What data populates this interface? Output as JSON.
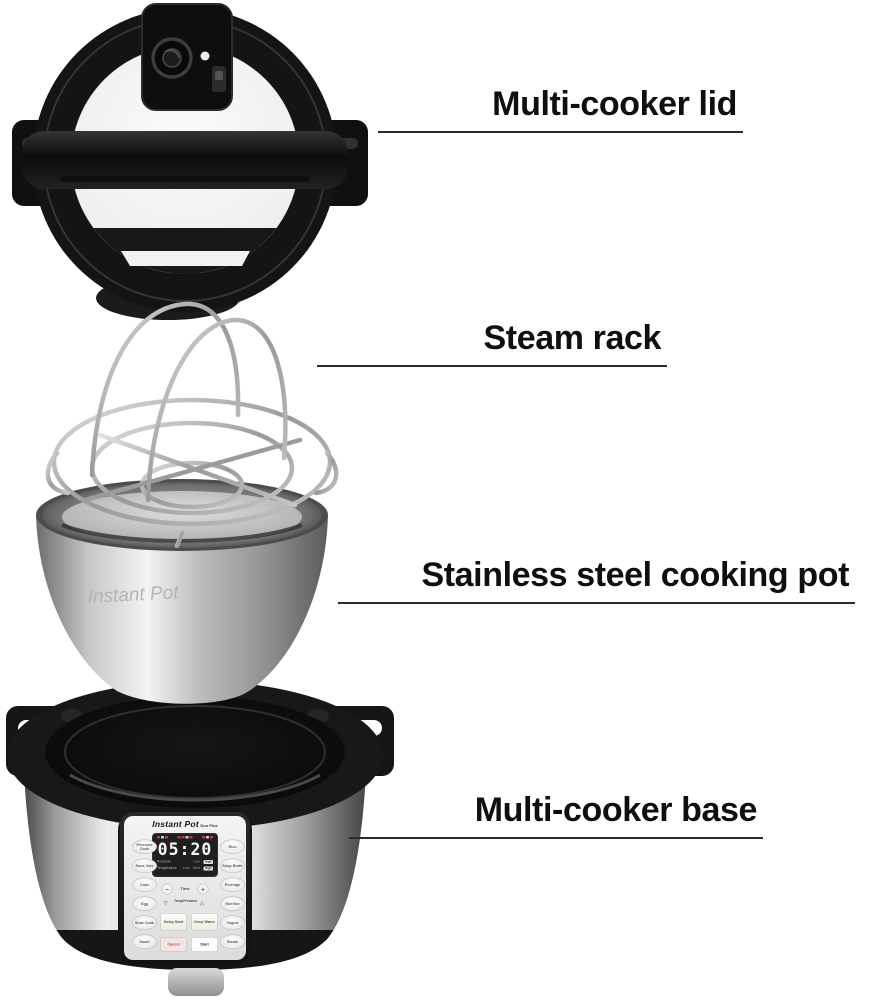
{
  "callouts": {
    "lid": "Multi-cooker lid",
    "rack": "Steam rack",
    "pot": "Stainless steel cooking pot",
    "base": "Multi-cooker base"
  },
  "pot": {
    "etch_text": "Instant Pot"
  },
  "panel": {
    "brand": "Instant Pot",
    "brand_sub": "Duo Plus",
    "display": {
      "time": "05:20",
      "pressure_label": "Pressure",
      "pressure_low": "Low",
      "pressure_high": "High",
      "temperature_label": "Temperature",
      "temp_low": "Low",
      "temp_med": "Med",
      "temp_high": "High"
    },
    "time_controls": {
      "minus": "−",
      "label": "Time",
      "plus": "+"
    },
    "temp_pressure": {
      "down": "▽",
      "label": "Temp/Pressure",
      "up": "△"
    },
    "left_buttons": [
      "Pressure Cook",
      "Sous Vide",
      "Cake",
      "Egg",
      "Slow Cook",
      "Sauté"
    ],
    "right_buttons": [
      "Rice",
      "Soup Broth",
      "Porridge",
      "Sterilize",
      "Yogurt",
      "Steam"
    ],
    "action_buttons": {
      "delay": "Delay Start",
      "keep_warm": "Keep Warm",
      "cancel": "Cancel",
      "start": "Start"
    }
  },
  "colors": {
    "label_text": "#0f0f0f",
    "callout_line": "#2b2b2b",
    "indicator_red": "#c23b3b"
  }
}
